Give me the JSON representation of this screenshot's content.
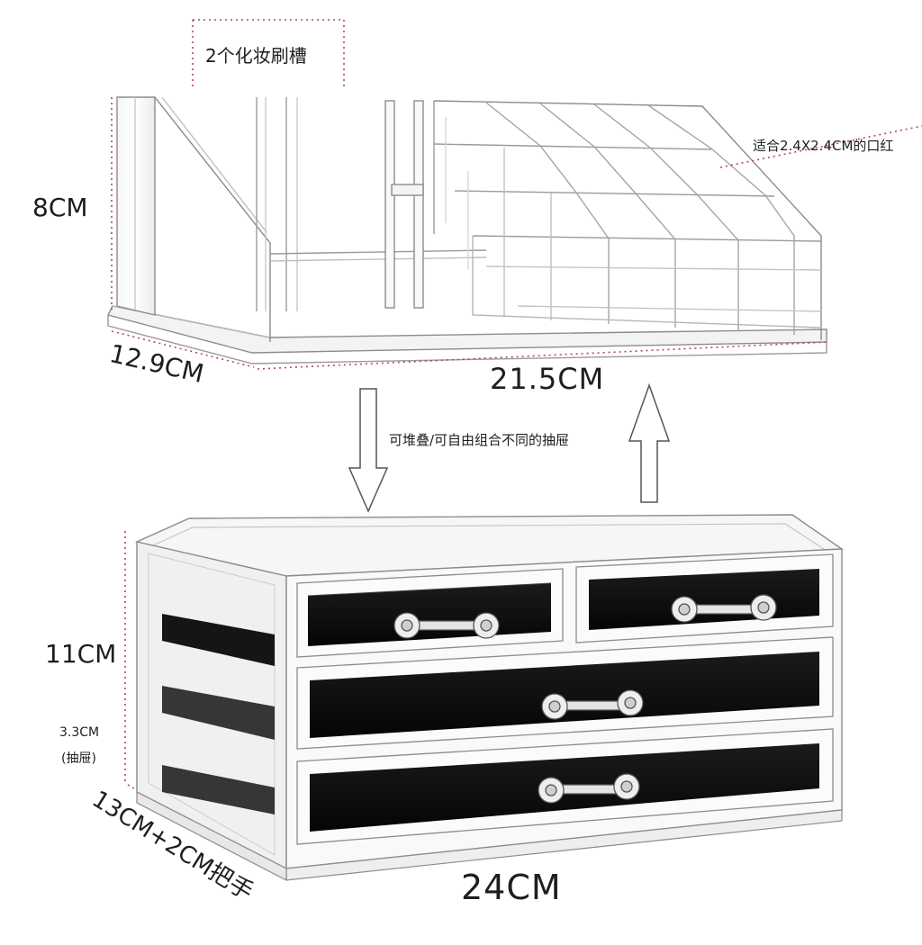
{
  "annotations": {
    "brush_slots": "2个化妆刷槽",
    "top_height": "8CM",
    "lipstick_fit": "适合2.4X2.4CM的口红",
    "top_depth": "12.9CM",
    "top_width": "21.5CM",
    "stack_note": "可堆叠/可自由组合不同的抽屉",
    "bottom_height": "11CM",
    "drawer_height": "3.3CM",
    "drawer_height_unit": "(抽屉)",
    "bottom_depth": "13CM+2CM把手",
    "bottom_width": "24CM"
  },
  "colors": {
    "dotted_line": "#b2495a",
    "acrylic_edge": "#8c8c8c",
    "drawer_felt": "#0e0e0e",
    "arrow": "#555555"
  },
  "icons": [
    "down-arrow-icon",
    "up-arrow-icon",
    "drawer-knob-icon"
  ]
}
